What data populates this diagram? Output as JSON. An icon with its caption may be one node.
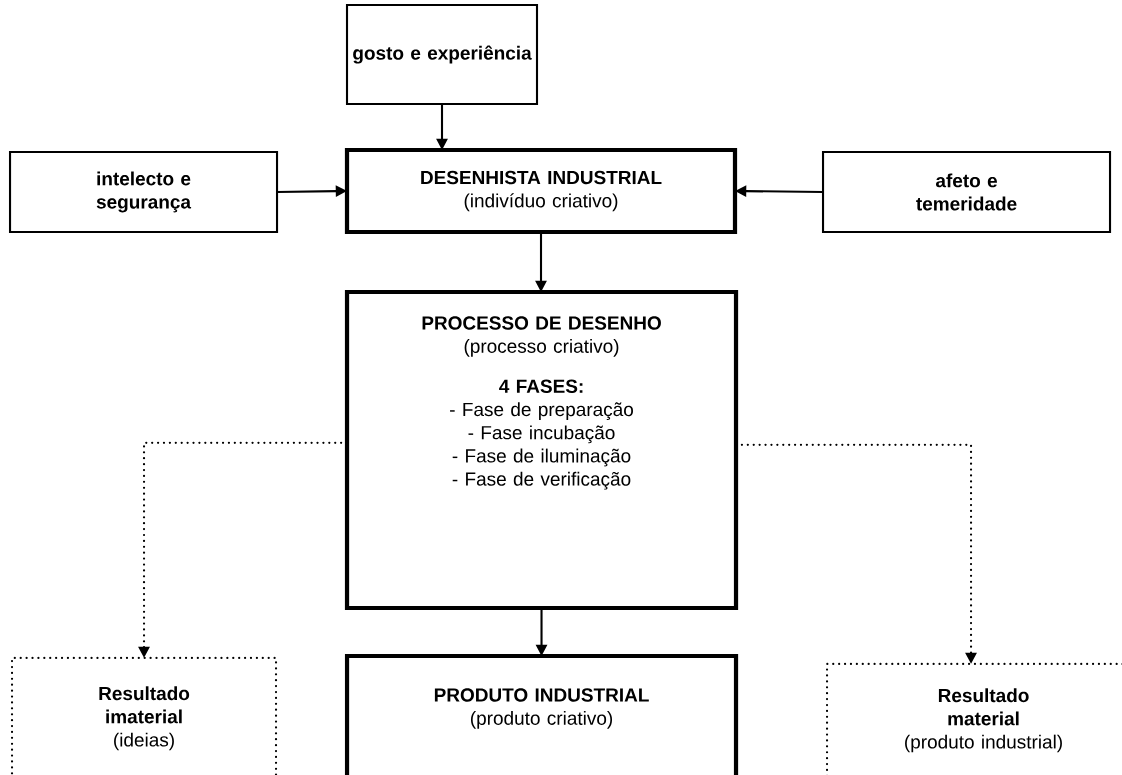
{
  "diagram": {
    "nodes": [
      {
        "text": [
          "gosto e experiência"
        ]
      },
      {
        "text": [
          "intelecto e segurança"
        ]
      },
      {
        "text": [
          "DESENHISTA INDUSTRIAL",
          "(indivíduo criativo)"
        ]
      },
      {
        "text": [
          "afeto e temeridade"
        ]
      },
      {
        "text": [
          "PROCESSO DE DESENHO",
          "(processo criativo)",
          "4 FASES:",
          "- Fase de preparação",
          "- Fase incubação",
          "- Fase de iluminação",
          "- Fase de verificação"
        ]
      },
      {
        "text": [
          "Resultado imaterial",
          "(ideias)"
        ]
      },
      {
        "text": [
          "PRODUTO INDUSTRIAL",
          "(produto criativo)"
        ]
      },
      {
        "text": [
          "Resultado material",
          "(produto industrial)"
        ]
      }
    ],
    "edges": [
      {
        "from": 0,
        "to": 2,
        "arrow": "to"
      },
      {
        "from": 1,
        "to": 2,
        "arrow": "to"
      },
      {
        "from": 3,
        "to": 2,
        "arrow": "to"
      },
      {
        "from": 2,
        "to": 4,
        "arrow": "to"
      },
      {
        "from": 4,
        "to": 6,
        "arrow": "to"
      },
      {
        "from": 4,
        "to": 5,
        "arrow": "to",
        "style": "dashed"
      },
      {
        "from": 4,
        "to": 7,
        "arrow": "to",
        "style": "dashed"
      }
    ]
  }
}
